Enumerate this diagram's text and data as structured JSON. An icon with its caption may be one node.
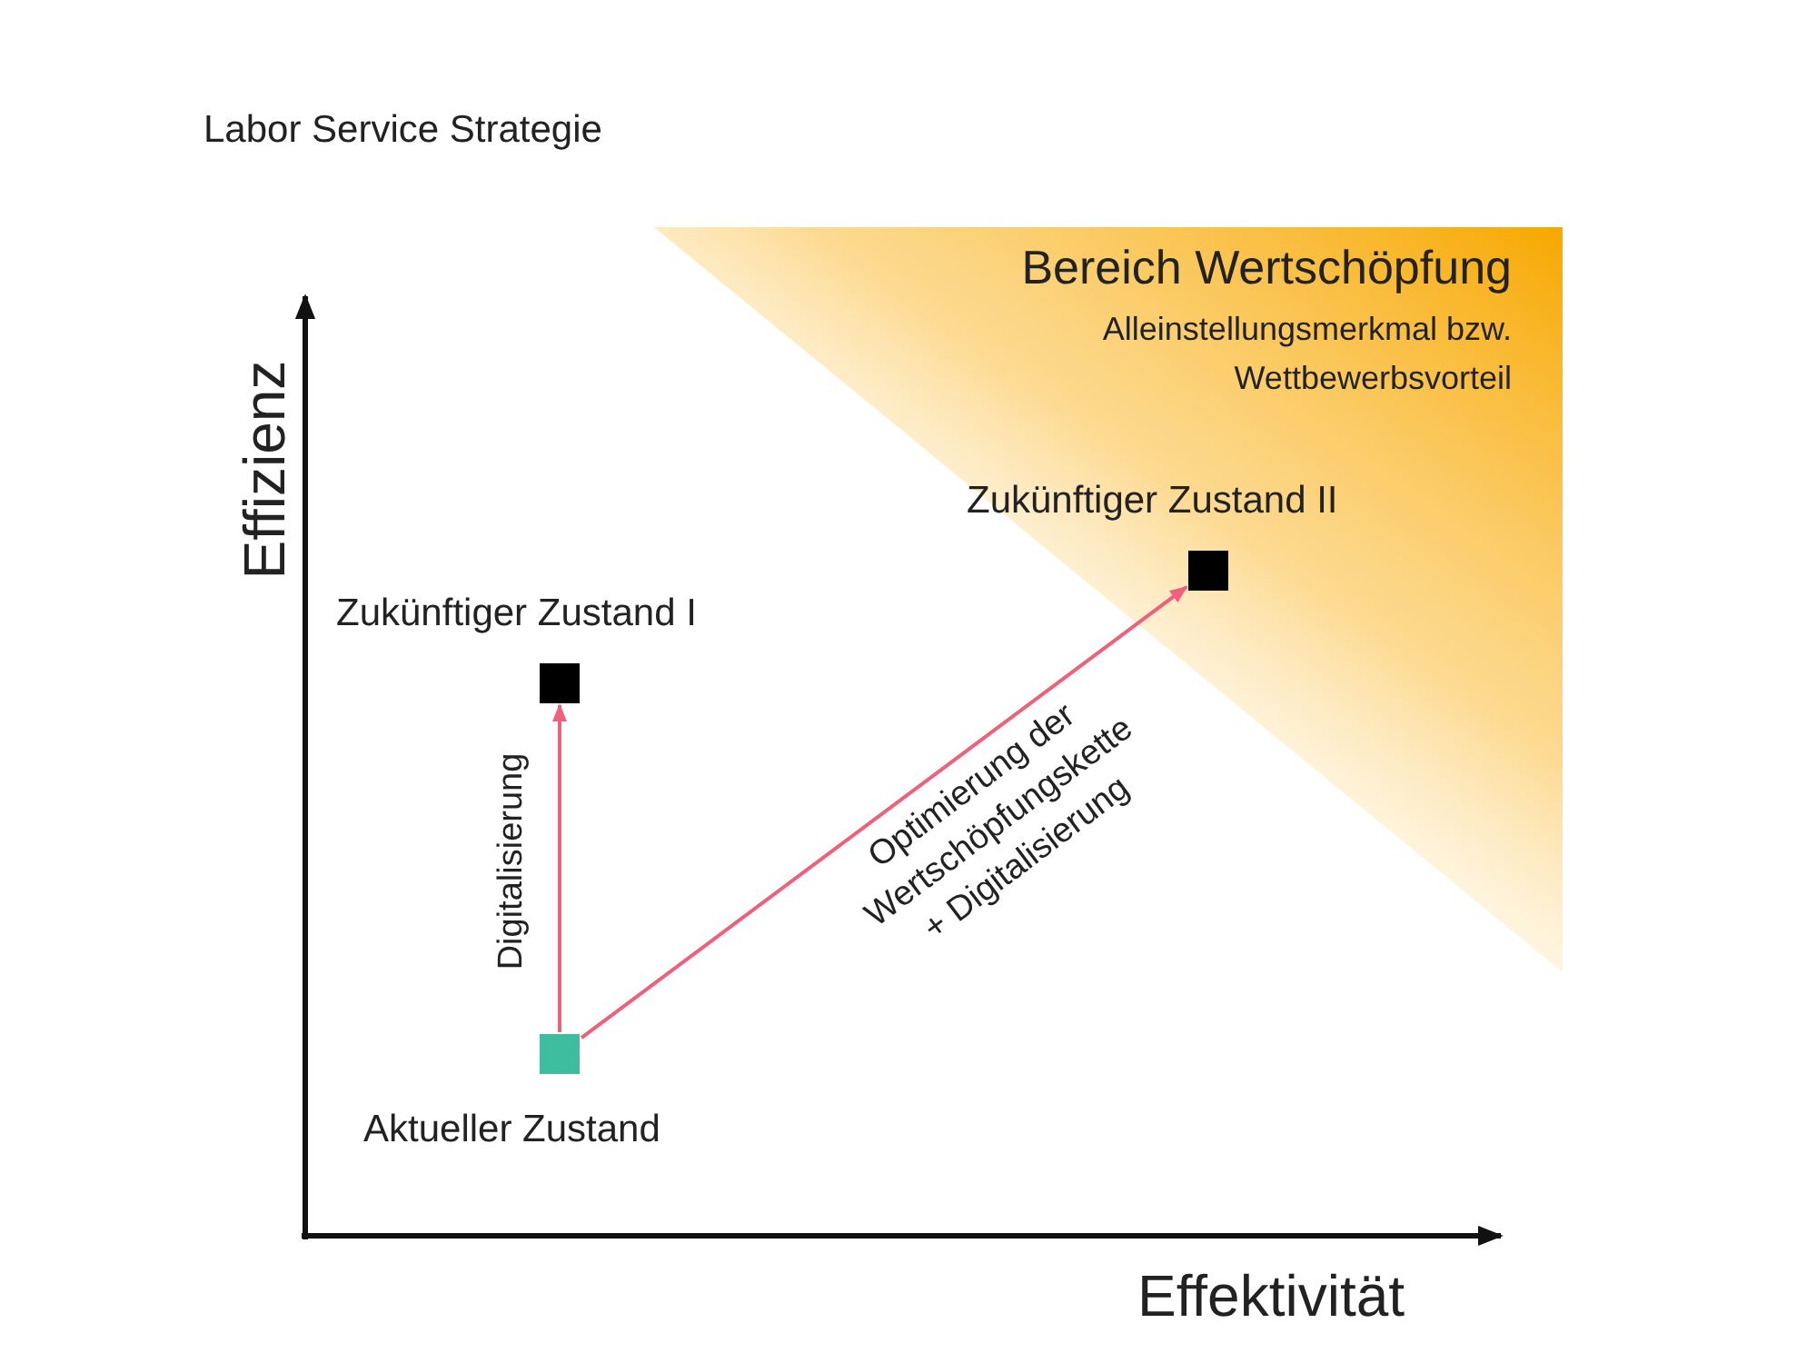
{
  "diagram": {
    "title": "Labor Service Strategie",
    "nodes": [
      {
        "text": [],
        "shape": "box",
        "beside": [
          "Aktueller Zustand"
        ]
      },
      {
        "text": [],
        "shape": "box",
        "beside": [
          "Zukünftiger Zustand I"
        ]
      },
      {
        "text": [],
        "shape": "box",
        "beside": [
          "Zukünftiger Zustand II"
        ]
      },
      {
        "text": [
          "Bereich Wertschöpfung",
          "Alleinstellungsmerkmal bzw. Wettbewerbsvorteil"
        ]
      }
    ],
    "edges": [
      {
        "from": 0,
        "to": 1,
        "arrow": "to",
        "label": "Digitalisierung"
      },
      {
        "from": 0,
        "to": 2,
        "arrow": "to",
        "label": "Optimierung der Wertschöpfungskette + Digitalisierung"
      }
    ],
    "labels": [
      "Effizienz",
      "Effektivität"
    ]
  }
}
